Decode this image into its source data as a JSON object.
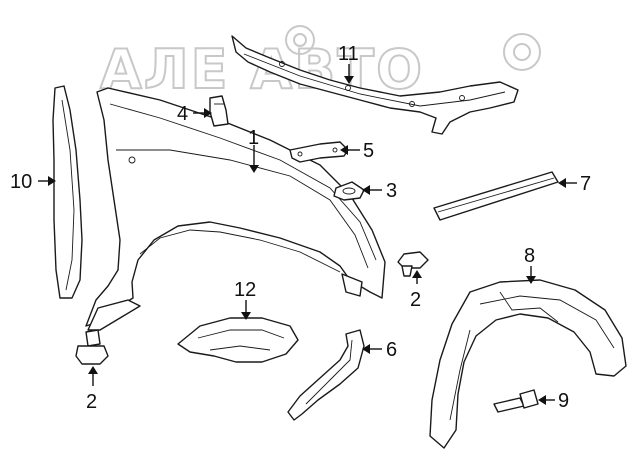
{
  "watermark": {
    "text": "АЛЕ АВТО"
  },
  "callouts": [
    {
      "id": "c1",
      "label": "1"
    },
    {
      "id": "c2a",
      "label": "2"
    },
    {
      "id": "c2b",
      "label": "2"
    },
    {
      "id": "c3",
      "label": "3"
    },
    {
      "id": "c4",
      "label": "4"
    },
    {
      "id": "c5",
      "label": "5"
    },
    {
      "id": "c6",
      "label": "6"
    },
    {
      "id": "c7",
      "label": "7"
    },
    {
      "id": "c8",
      "label": "8"
    },
    {
      "id": "c9",
      "label": "9"
    },
    {
      "id": "c10",
      "label": "10"
    },
    {
      "id": "c11",
      "label": "11"
    },
    {
      "id": "c12",
      "label": "12"
    }
  ]
}
